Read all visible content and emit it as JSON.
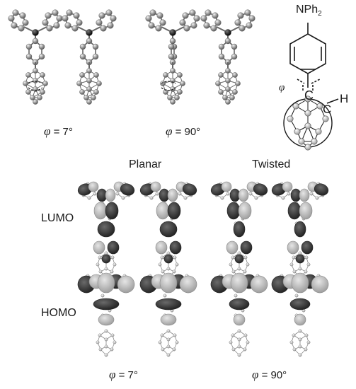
{
  "top": {
    "caption_left": {
      "symbol": "φ",
      "text": " = 7°"
    },
    "caption_right": {
      "symbol": "φ",
      "text": " = 90°"
    }
  },
  "scheme": {
    "amine_label": "NPh",
    "amine_subscript": "2",
    "angle_symbol": "φ",
    "carbon_top": "C",
    "carbon_side": "C",
    "hydrogen": "H"
  },
  "orbitals": {
    "col_planar": "Planar",
    "col_twisted": "Twisted",
    "row_lumo": "LUMO",
    "row_homo": "HOMO",
    "caption_left": {
      "symbol": "φ",
      "text": " = 7°"
    },
    "caption_right": {
      "symbol": "φ",
      "text": " = 90°"
    }
  },
  "colors": {
    "atom_gray": "#8a8a8a",
    "atom_dark": "#1a1a1a",
    "lobe_dark": "#3a3a3a",
    "lobe_light": "#bdbdbd",
    "bond": "#555555"
  }
}
